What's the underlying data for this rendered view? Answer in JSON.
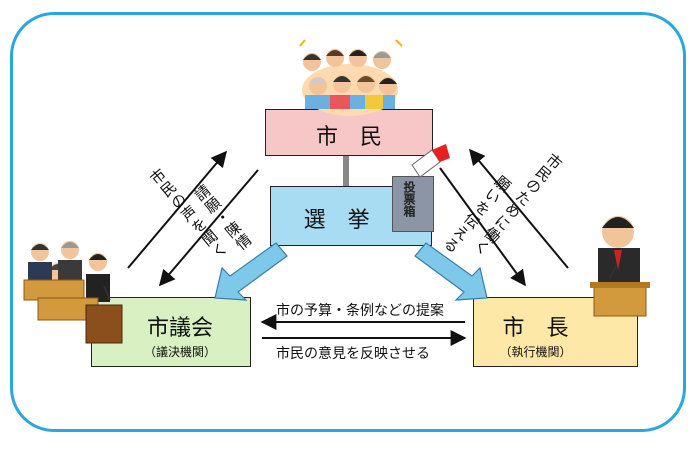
{
  "nodes": {
    "citizens": "市　民",
    "election": "選　挙",
    "ballot_box": "投票箱",
    "council": "市議会",
    "council_sub": "（議決機関）",
    "mayor": "市　長",
    "mayor_sub": "（執行機関）"
  },
  "edges": {
    "council_to_citizens": "市民の声を聞く",
    "citizens_to_council": "請願・陳情",
    "citizens_to_mayor": "願いを伝える",
    "mayor_to_citizens": "市民のために働く",
    "mayor_to_council": "市の予算・条例などの提案",
    "council_to_mayor": "市民の意見を反映させる"
  },
  "colors": {
    "frame": "#29a8e0",
    "citizens_box": "#f7c6c6",
    "election_box": "#a8dcf2",
    "council_box": "#d8f0c2",
    "mayor_box": "#fde8a8",
    "election_arrow": "#7ec8ea"
  },
  "icons": [
    "crowd-illustration",
    "ballot-box-icon",
    "council-members-illustration",
    "mayor-speaker-illustration"
  ]
}
